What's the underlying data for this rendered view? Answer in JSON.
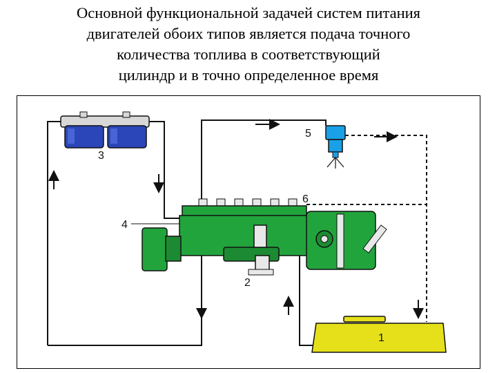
{
  "title": {
    "lines": [
      "Основной функциональной задачей систем питания",
      "двигателей обоих типов является подача точного",
      "количества топлива в соответствующий",
      "цилиндр и в точно определенное время"
    ]
  },
  "diagram": {
    "labels": {
      "tank": "1",
      "priming_pump": "2",
      "filter": "3",
      "injection_pump": "4",
      "injector": "5",
      "return_line": "6"
    },
    "colors": {
      "tank": "#e6e01a",
      "pump": "#22a43c",
      "filter": "#2b46b8",
      "injector": "#1aa0e6",
      "line": "#111111"
    }
  }
}
